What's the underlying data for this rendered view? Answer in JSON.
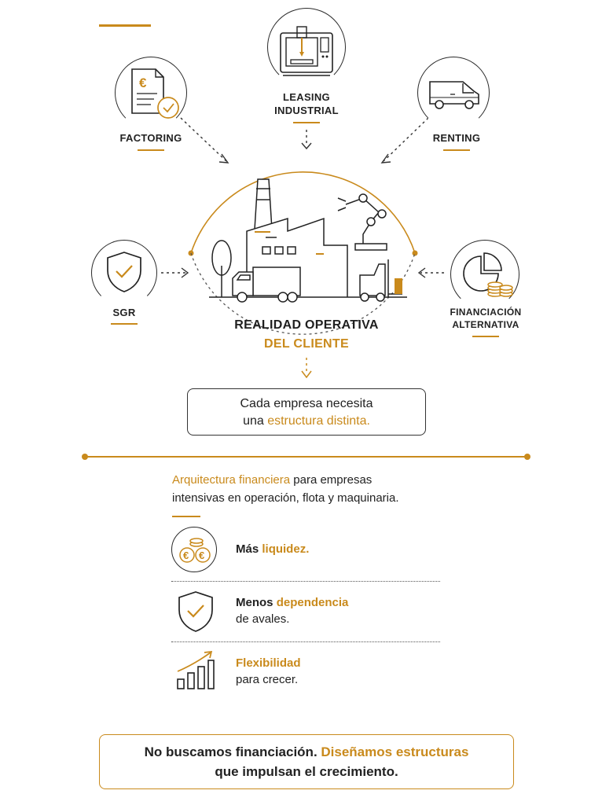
{
  "nodes": {
    "leasing": {
      "line1": "LEASING",
      "line2": "INDUSTRIAL",
      "icon": "cnc-machine-icon"
    },
    "factoring": {
      "label": "FACTORING",
      "icon": "euro-document-icon"
    },
    "renting": {
      "label": "RENTING",
      "icon": "van-icon"
    },
    "sgr": {
      "label": "SGR",
      "icon": "shield-check-icon"
    },
    "financiacion": {
      "line1": "FINANCIACIÓN",
      "line2": "ALTERNATIVA",
      "icon": "pie-coins-icon"
    }
  },
  "center": {
    "line1": "REALIDAD OPERATIVA",
    "line2": "DEL CLIENTE",
    "illustration": "factory-illustration"
  },
  "callout": {
    "line1": "Cada empresa necesita",
    "line2_prefix": "una ",
    "line2_accent": "estructura distinta."
  },
  "intro": {
    "accent": "Arquitectura financiera",
    "rest1": " para empresas",
    "line2": "intensivas en operación, flota y maquinaria."
  },
  "benefits": [
    {
      "icon": "coins-euro-icon",
      "line1_prefix": "Más ",
      "line1_accent": "liquidez.",
      "line2": ""
    },
    {
      "icon": "shield-check-icon",
      "line1_prefix": "Menos ",
      "line1_accent": "dependencia",
      "line2": "de avales."
    },
    {
      "icon": "growth-chart-icon",
      "line1_prefix": "",
      "line1_accent": "Flexibilidad",
      "line2": "para crecer."
    }
  ],
  "footer": {
    "part1": "No buscamos financiación. ",
    "accent1": "Diseñamos estructuras",
    "accent2": "que impulsan el crecimiento."
  },
  "colors": {
    "accent": "#c98a1c",
    "ink": "#222222"
  }
}
